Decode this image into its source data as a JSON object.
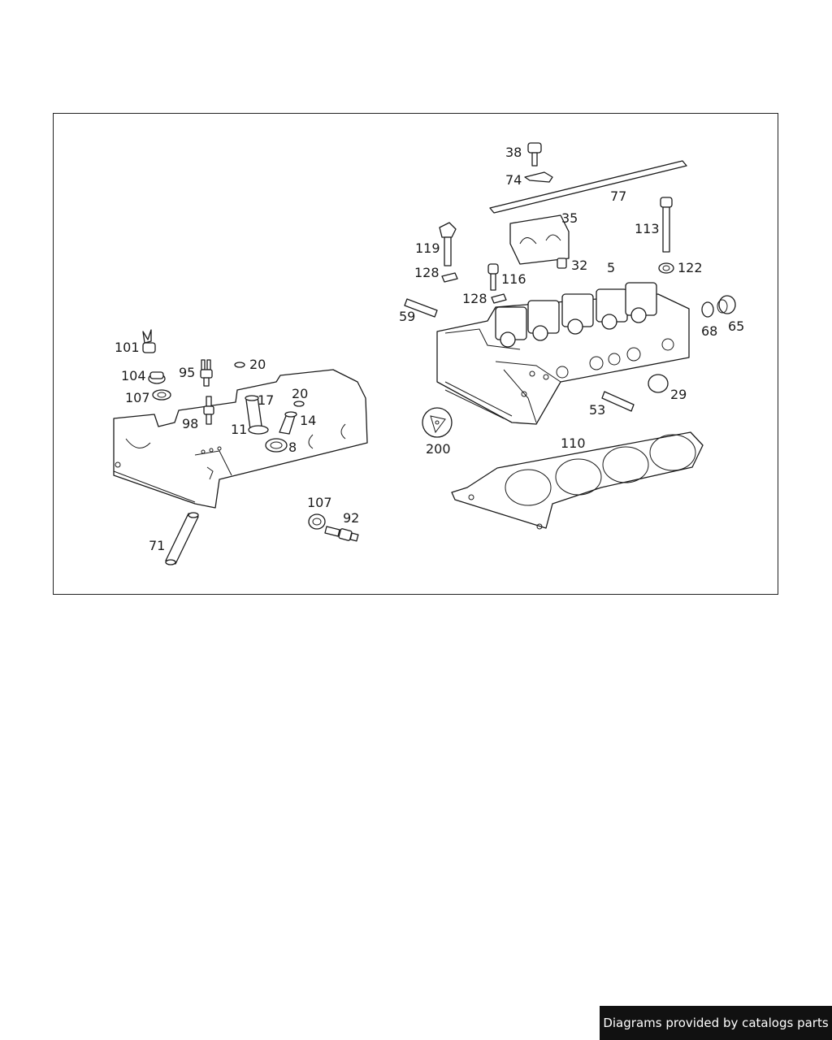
{
  "credit": "Diagrams provided by catalogs parts",
  "callouts": [
    {
      "label": "38"
    },
    {
      "label": "74"
    },
    {
      "label": "77"
    },
    {
      "label": "35"
    },
    {
      "label": "113"
    },
    {
      "label": "119"
    },
    {
      "label": "128"
    },
    {
      "label": "116"
    },
    {
      "label": "32"
    },
    {
      "label": "5"
    },
    {
      "label": "122"
    },
    {
      "label": "128"
    },
    {
      "label": "59"
    },
    {
      "label": "68"
    },
    {
      "label": "65"
    },
    {
      "label": "101"
    },
    {
      "label": "20"
    },
    {
      "label": "95"
    },
    {
      "label": "104"
    },
    {
      "label": "20"
    },
    {
      "label": "107"
    },
    {
      "label": "17"
    },
    {
      "label": "14"
    },
    {
      "label": "98"
    },
    {
      "label": "11"
    },
    {
      "label": "8"
    },
    {
      "label": "29"
    },
    {
      "label": "53"
    },
    {
      "label": "200"
    },
    {
      "label": "110"
    },
    {
      "label": "107"
    },
    {
      "label": "92"
    },
    {
      "label": "71"
    }
  ]
}
